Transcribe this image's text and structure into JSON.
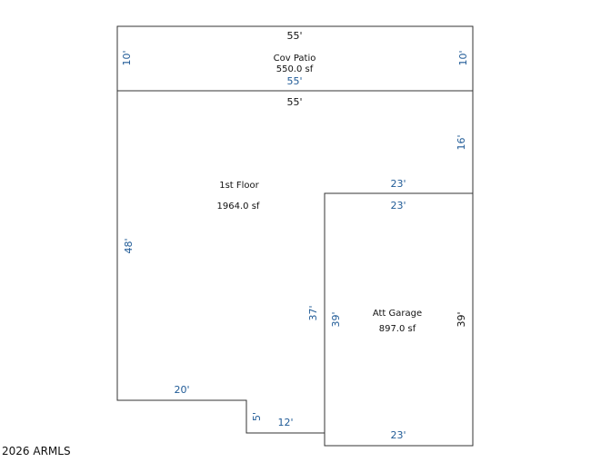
{
  "patio": {
    "name": "Cov Patio",
    "area": "550.0 sf",
    "dim_top": "55'",
    "dim_bottom": "55'",
    "dim_left": "10'",
    "dim_right": "10'"
  },
  "first_floor": {
    "name": "1st Floor",
    "area": "1964.0 sf",
    "dim_top": "55'",
    "dim_left": "48'",
    "dim_right": "16'",
    "dim_step_top": "23'",
    "dim_step_side": "37'",
    "dim_bottom_left": "20'",
    "dim_notch_side": "5'",
    "dim_notch_bottom": "12'"
  },
  "garage": {
    "name": "Att Garage",
    "area": "897.0 sf",
    "dim_top": "23'",
    "dim_bottom": "23'",
    "dim_left": "39'",
    "dim_right": "39'"
  },
  "copyright": "2026 ARMLS",
  "colors": {
    "line": "#333333",
    "dim_black": "#111111",
    "dim_blue": "#1f5a96"
  }
}
